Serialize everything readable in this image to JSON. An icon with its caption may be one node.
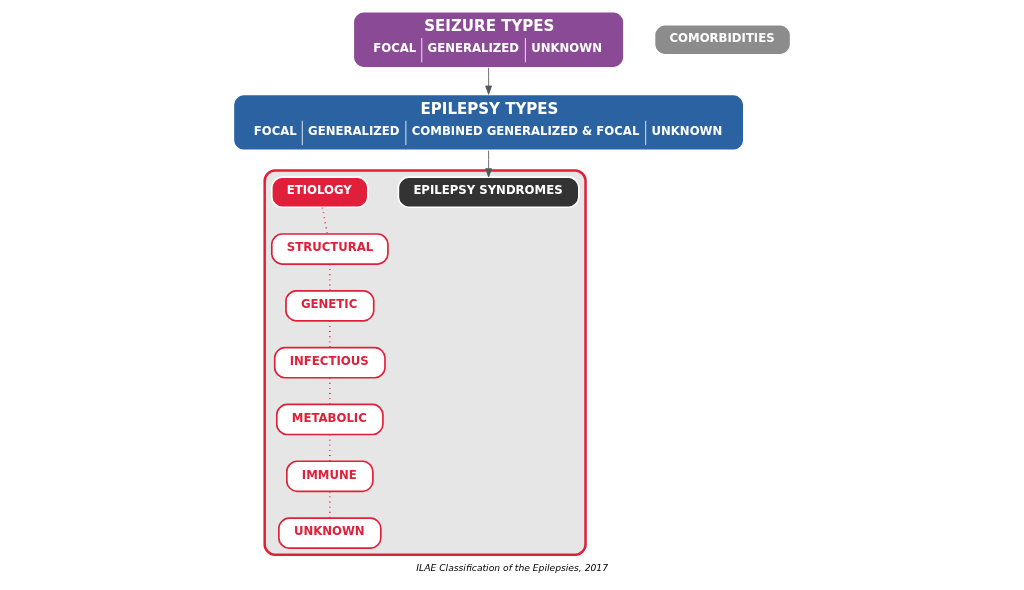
{
  "diagram": {
    "caption": "ILAE Classification of the Epilepsies, 2017",
    "nodes": [
      {
        "text": [],
        "shape": "box"
      },
      {
        "text": [
          "SEIZURE TYPES",
          "FOCAL",
          "GENERALIZED",
          "UNKNOWN"
        ]
      },
      {
        "text": [
          "COMORBIDITIES"
        ]
      },
      {
        "text": [
          "EPILEPSY TYPES",
          "FOCAL",
          "GENERALIZED",
          "COMBINED GENERALIZED & FOCAL",
          "UNKNOWN"
        ]
      },
      {
        "text": [
          "EPILEPSY SYNDROMES"
        ],
        "in": 0
      },
      {
        "text": [
          "ETIOLOGY"
        ],
        "in": 0
      },
      {
        "text": [
          "STRUCTURAL"
        ],
        "in": 0
      },
      {
        "text": [
          "GENETIC"
        ],
        "in": 0
      },
      {
        "text": [
          "INFECTIOUS"
        ],
        "in": 0
      },
      {
        "text": [
          "METABOLIC"
        ],
        "in": 0
      },
      {
        "text": [
          "IMMUNE"
        ],
        "in": 0
      },
      {
        "text": [
          "UNKNOWN"
        ],
        "in": 0
      }
    ],
    "edges": [
      {
        "from": 1,
        "to": 3,
        "arrow": "to",
        "color": "#555555"
      },
      {
        "from": 3,
        "to": 4,
        "arrow": "to",
        "color": "#555555"
      },
      {
        "from": 5,
        "to": 6,
        "arrow": "none",
        "style": "dashed"
      },
      {
        "from": 6,
        "to": 7,
        "arrow": "none",
        "style": "dashed"
      },
      {
        "from": 7,
        "to": 8,
        "arrow": "none",
        "style": "dashed"
      },
      {
        "from": 8,
        "to": 9,
        "arrow": "none",
        "style": "dashed"
      },
      {
        "from": 9,
        "to": 10,
        "arrow": "none",
        "style": "dashed"
      },
      {
        "from": 10,
        "to": 11,
        "arrow": "none",
        "style": "dashed"
      }
    ]
  }
}
